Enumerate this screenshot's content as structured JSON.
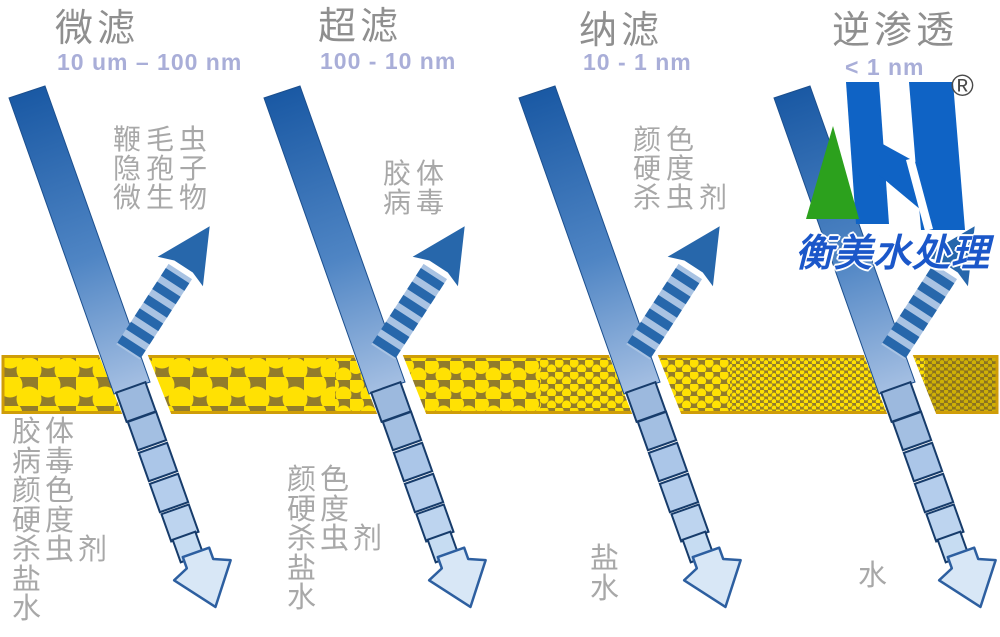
{
  "filters": [
    {
      "title": "微滤",
      "size_range": "10 um – 100 nm",
      "rejected": "鞭毛虫\n隐孢子\n微生物",
      "permeate": "胶体\n病毒\n颜色\n硬度\n杀虫剂\n盐\n水"
    },
    {
      "title": "超滤",
      "size_range": "100 - 10 nm",
      "rejected": "胶体\n病毒",
      "permeate": "颜色\n硬度\n杀虫剂\n盐\n水"
    },
    {
      "title": "纳滤",
      "size_range": "10 - 1 nm",
      "rejected": "颜色\n硬度\n杀虫剂",
      "permeate": "盐\n水"
    },
    {
      "title": "逆渗透",
      "size_range": "< 1 nm",
      "rejected": "",
      "permeate": "水"
    }
  ],
  "logo": {
    "company": "衡美水处理",
    "registered_mark": "®",
    "monogram_icon": "AH-monogram",
    "colors": {
      "blue": "#0F63C5",
      "green": "#2CA11D",
      "text_blue": "#1B57C9"
    }
  },
  "membrane": {
    "pore_trend": "pores-shrink-left-to-right",
    "colors": {
      "pore_yellow": "#FFE103",
      "matrix_olive": "#927C2B",
      "border_gold": "#CF9D08"
    }
  },
  "arrows": {
    "feed_dark": "#1E5FA8",
    "feed_light": "#A9C2E4",
    "reject_blue": "#2767AB",
    "permeate_fill": "#D8E7F6"
  },
  "text_colors": {
    "title_gray": "#8F8F8F",
    "label_gray": "#A8A8A8",
    "range_periwinkle": "#A9AED8"
  }
}
